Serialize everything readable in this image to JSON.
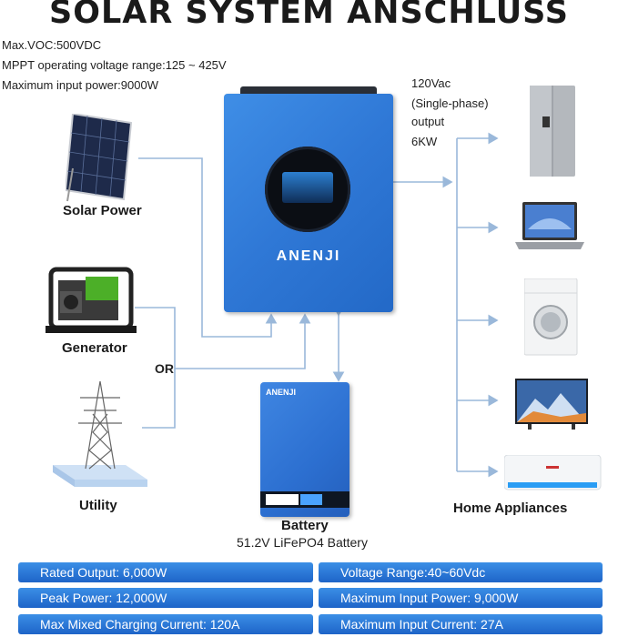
{
  "title": "SOLAR SYSTEM ANSCHLUSS",
  "specs": [
    "Max.VOC:500VDC",
    "MPPT operating voltage range:125 ~ 425V",
    "Maximum input power:9000W"
  ],
  "output": [
    "120Vac",
    "(Single-phase)",
    "output",
    "6KW"
  ],
  "sources": {
    "solar": "Solar Power",
    "generator": "Generator",
    "or": "OR",
    "utility": "Utility"
  },
  "inverter": {
    "logo": "ANENJI"
  },
  "battery": {
    "logo": "ANENJI",
    "label": "Battery",
    "sublabel": "51.2V LiFePO4 Battery"
  },
  "appliances": {
    "label": "Home Appliances",
    "items": [
      "refrigerator-icon",
      "laptop-icon",
      "washing-machine-icon",
      "tv-icon",
      "air-conditioner-icon"
    ]
  },
  "spec_bars": [
    "Rated Output: 6,000W",
    "Voltage Range:40~60Vdc",
    "Peak Power: 12,000W",
    "Maximum Input Power: 9,000W",
    "Max Mixed Charging Current: 120A",
    "Maximum Input Current: 27A"
  ],
  "colors": {
    "line": "#9ab8da",
    "bar": "#2a74d6",
    "inverter": "#2f78d6"
  }
}
